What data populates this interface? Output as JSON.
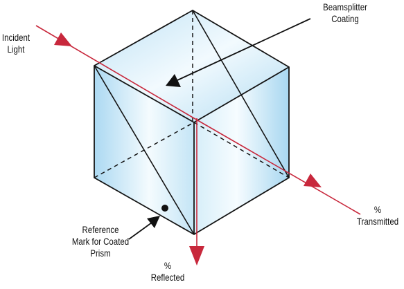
{
  "labels": {
    "incident": [
      "Incident",
      "Light"
    ],
    "coating": [
      "Beamsplitter",
      "Coating"
    ],
    "reference": [
      "Reference",
      "Mark for Coated",
      "Prism"
    ],
    "reflected": [
      "%",
      "Reflected"
    ],
    "transmitted": [
      "%",
      "Transmitted"
    ]
  },
  "colors": {
    "beam": "#c8283c",
    "edge": "#141414",
    "glass_light": "#f4fbfe",
    "glass_mid": "#cfe9f7",
    "glass_dark": "#a9d8f1"
  }
}
